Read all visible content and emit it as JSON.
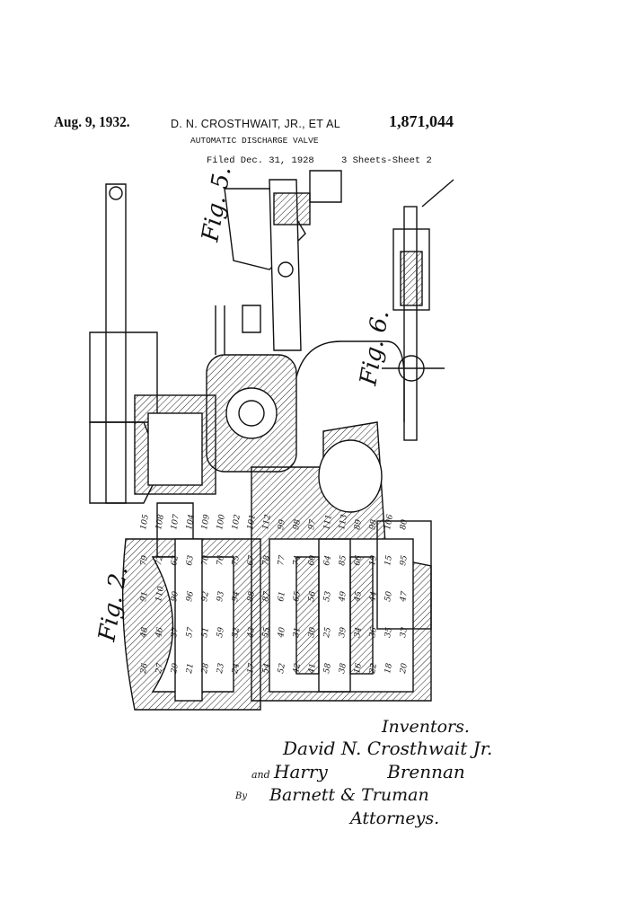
{
  "header": {
    "date": "Aug. 9, 1932.",
    "inventors_short": "D. N. CROSTHWAIT, JR., ET AL",
    "patent_number": "1,871,044",
    "title": "AUTOMATIC DISCHARGE VALVE",
    "filed": "Filed Dec. 31, 1928",
    "sheets": "3 Sheets-Sheet  2"
  },
  "figures": {
    "fig2": "Fig. 2.",
    "fig5": "Fig. 5.",
    "fig6": "Fig. 6."
  },
  "reference_numerals": [
    "105",
    "108",
    "107",
    "104",
    "109",
    "100",
    "102",
    "101",
    "112",
    "99",
    "98",
    "97",
    "111",
    "113",
    "89",
    "98",
    "106",
    "80",
    "79",
    "72",
    "62",
    "63",
    "70",
    "76",
    "75",
    "67",
    "78",
    "77",
    "74",
    "60",
    "64",
    "85",
    "66",
    "19",
    "15",
    "95",
    "91",
    "110",
    "90",
    "96",
    "92",
    "93",
    "94",
    "88",
    "87",
    "61",
    "65",
    "56",
    "53",
    "49",
    "45",
    "44",
    "50",
    "47",
    "48",
    "46",
    "37",
    "57",
    "51",
    "59",
    "32",
    "43",
    "55",
    "40",
    "31",
    "30",
    "25",
    "39",
    "34",
    "36",
    "35",
    "33",
    "26",
    "27",
    "29",
    "21",
    "28",
    "23",
    "24",
    "17",
    "54",
    "52",
    "42",
    "41",
    "58",
    "38",
    "16",
    "22",
    "18",
    "20"
  ],
  "signature_block": {
    "inventors_label": "Inventors.",
    "inventor_1": "David N. Crosthwait Jr.",
    "and": "and",
    "inventor_2": "Harry Brennan",
    "by": "By",
    "attorney_signature": "Barnett & Truman",
    "attorneys_label": "Attorneys."
  }
}
